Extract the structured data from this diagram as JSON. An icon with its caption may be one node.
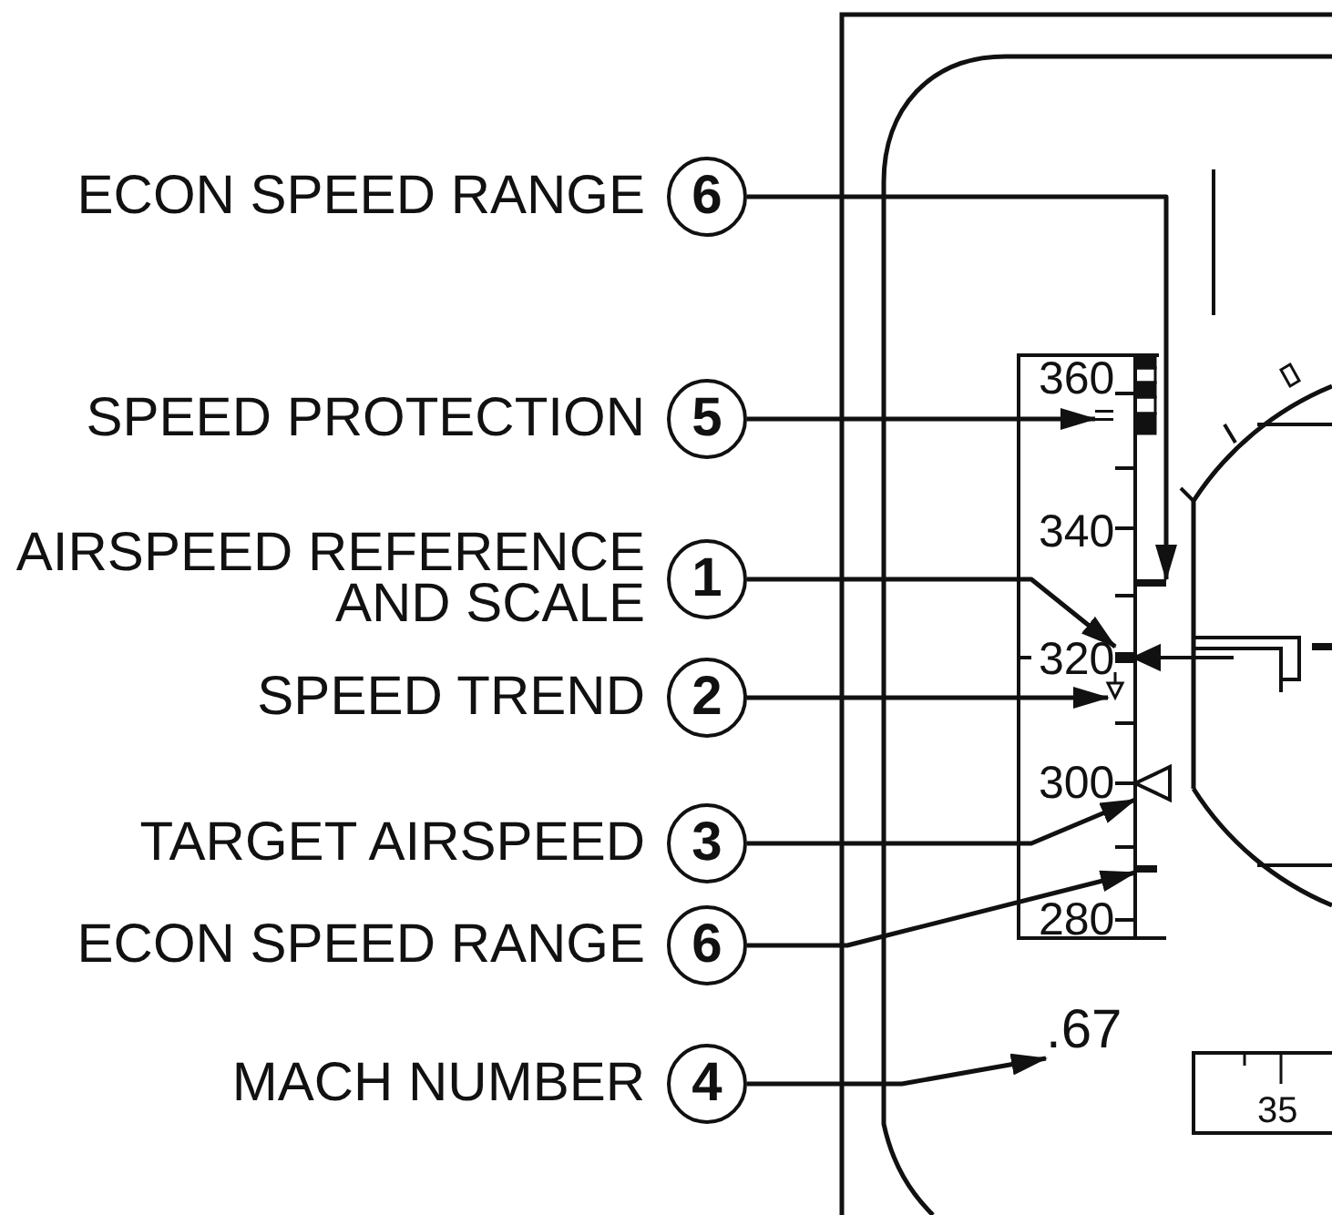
{
  "diagram": {
    "nodes": [
      {
        "text": [
          "6"
        ],
        "beside": [
          "ECON SPEED RANGE"
        ]
      },
      {
        "text": [
          "5"
        ],
        "beside": [
          "SPEED PROTECTION"
        ]
      },
      {
        "text": [
          "1"
        ],
        "beside": [
          "AIRSPEED REFERENCE AND SCALE"
        ]
      },
      {
        "text": [
          "2"
        ],
        "beside": [
          "SPEED TREND"
        ]
      },
      {
        "text": [
          "3"
        ],
        "beside": [
          "TARGET AIRSPEED"
        ]
      },
      {
        "text": [
          "6"
        ],
        "beside": [
          "ECON SPEED RANGE"
        ]
      },
      {
        "text": [
          "4"
        ],
        "beside": [
          "MACH NUMBER"
        ]
      },
      {
        "text": [
          ".67"
        ]
      },
      {
        "text": [],
        "shape": "bar"
      },
      {
        "text": [],
        "shape": "bar"
      },
      {
        "text": [],
        "shape": "triangle"
      },
      {
        "text": [],
        "shape": "arrow"
      },
      {
        "text": [],
        "shape": "triangle"
      },
      {
        "text": [],
        "shape": "bar"
      }
    ],
    "edges": [
      {
        "from": 0,
        "to": 8,
        "arrow": "to"
      },
      {
        "from": 1,
        "to": 9,
        "arrow": "to"
      },
      {
        "from": 2,
        "to": 10,
        "arrow": "to"
      },
      {
        "from": 3,
        "to": 11,
        "arrow": "to"
      },
      {
        "from": 4,
        "to": 12,
        "arrow": "to"
      },
      {
        "from": 5,
        "to": 13,
        "arrow": "to"
      },
      {
        "from": 6,
        "to": 7,
        "arrow": "to"
      }
    ],
    "labels": [
      "360",
      "340",
      "320",
      "300",
      "280",
      "35"
    ]
  }
}
